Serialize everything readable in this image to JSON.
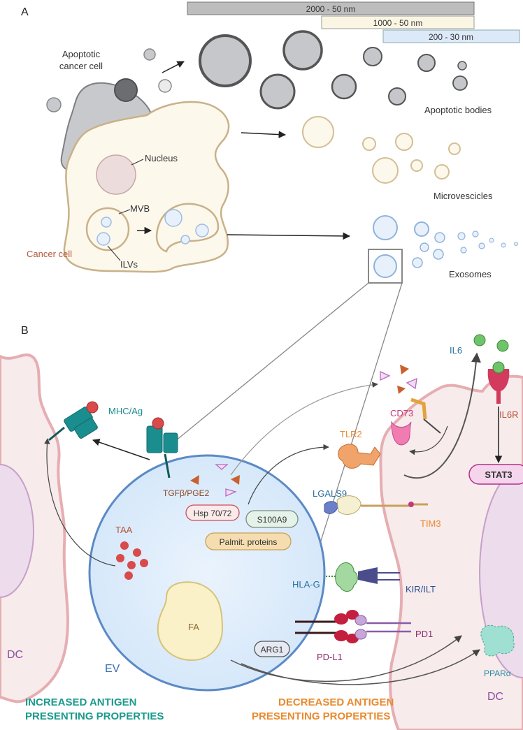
{
  "panel_a": {
    "panel_label": "A",
    "size_bars": [
      "2000 - 50 nm",
      "1000 - 50 nm",
      "200 - 30 nm"
    ],
    "apoptotic_cell_line1": "Apoptotic",
    "apoptotic_cell_line2": "cancer cell",
    "nucleus": "Nucleus",
    "mvb": "MVB",
    "ilvs": "ILVs",
    "cancer_cell": "Cancer cell",
    "apoptotic_bodies": "Apoptotic bodies",
    "microvesicles": "Microvescicles",
    "exosomes": "Exosomes"
  },
  "panel_b": {
    "panel_label": "B",
    "mhc": "MHC/Ag",
    "taa": "TAA",
    "dc_left": "DC",
    "dc_right": "DC",
    "ev": "EV",
    "fa": "FA",
    "tgf": "TGFβ/PGE2",
    "hsp": "Hsp 70/72",
    "s100": "S100A9",
    "palmit": "Palmit. proteins",
    "arg1": "ARG1",
    "il6": "IL6",
    "il6r": "IL6R",
    "stat3": "STAT3",
    "cd73": "CD73",
    "tlr2": "TLR2",
    "lgals9": "LGALS9",
    "tim3": "TIM3",
    "hlag": "HLA-G",
    "kir": "KIR/ILT",
    "pdl1": "PD-L1",
    "pd1": "PD1",
    "ppar": "PPARα",
    "increased_line1": "INCREASED ANTIGEN",
    "increased_line2": "PRESENTING PROPERTIES",
    "decreased_line1": "DECREASED ANTIGEN",
    "decreased_line2": "PRESENTING PROPERTIES"
  },
  "colors": {
    "teal": "#1a9a8c",
    "orange": "#e88a2e",
    "purple": "#8a4f9e",
    "blue_label": "#3a6fae",
    "cancer_red": "#b5563a"
  }
}
